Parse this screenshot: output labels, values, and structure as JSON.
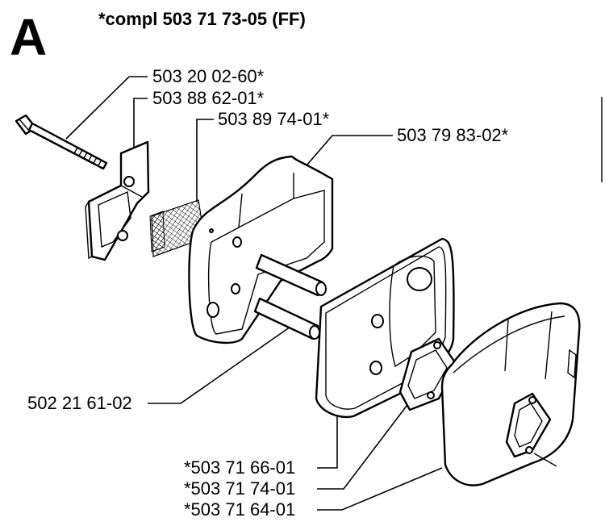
{
  "section_letter": "A",
  "assembly_title": "*compl 503 71 73-05 (FF)",
  "part_labels": [
    {
      "name": "bolt",
      "text": "503 20 02-60*"
    },
    {
      "name": "bracket",
      "text": "503 88 62-01*"
    },
    {
      "name": "spark-screen",
      "text": "503 89 74-01*"
    },
    {
      "name": "muffler-housing",
      "text": "503 79 83-02*"
    },
    {
      "name": "spacer-pipe",
      "text": "502 21 61-02"
    },
    {
      "name": "muffler-plate",
      "text": "*503 71 66-01"
    },
    {
      "name": "gasket",
      "text": "*503 71 74-01"
    },
    {
      "name": "muffler-body",
      "text": "*503 71 64-01"
    }
  ]
}
